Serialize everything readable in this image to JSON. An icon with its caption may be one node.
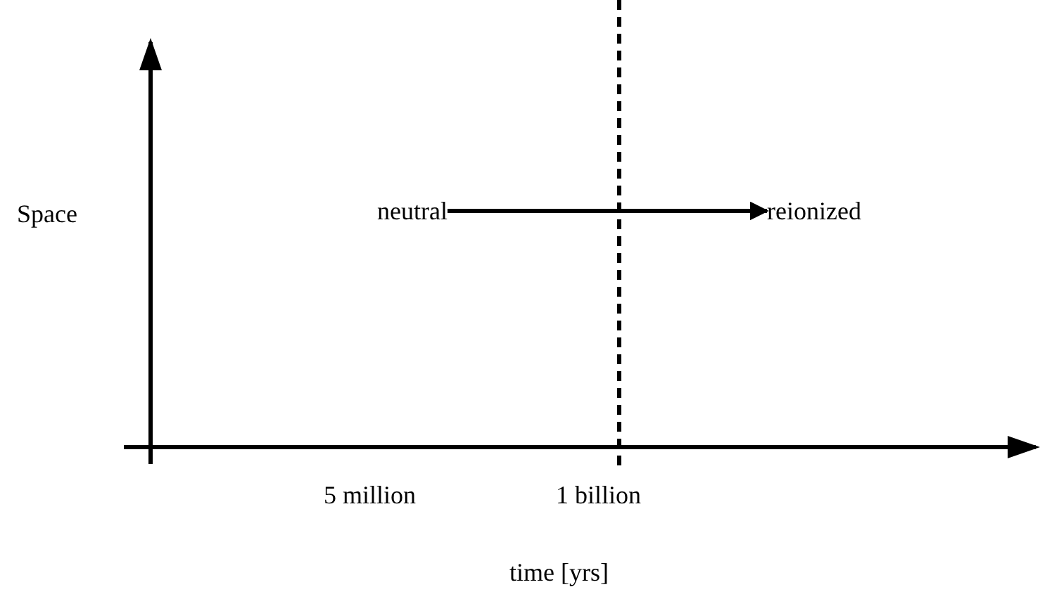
{
  "diagram": {
    "nodes": [
      {
        "text": [
          "neutral"
        ]
      },
      {
        "text": [
          "reionized"
        ]
      }
    ],
    "edges": [
      {
        "from": 0,
        "to": 1,
        "arrow": "to"
      }
    ],
    "labels": [
      "Space",
      "5 million",
      "1 billion",
      "time [yrs]"
    ]
  }
}
